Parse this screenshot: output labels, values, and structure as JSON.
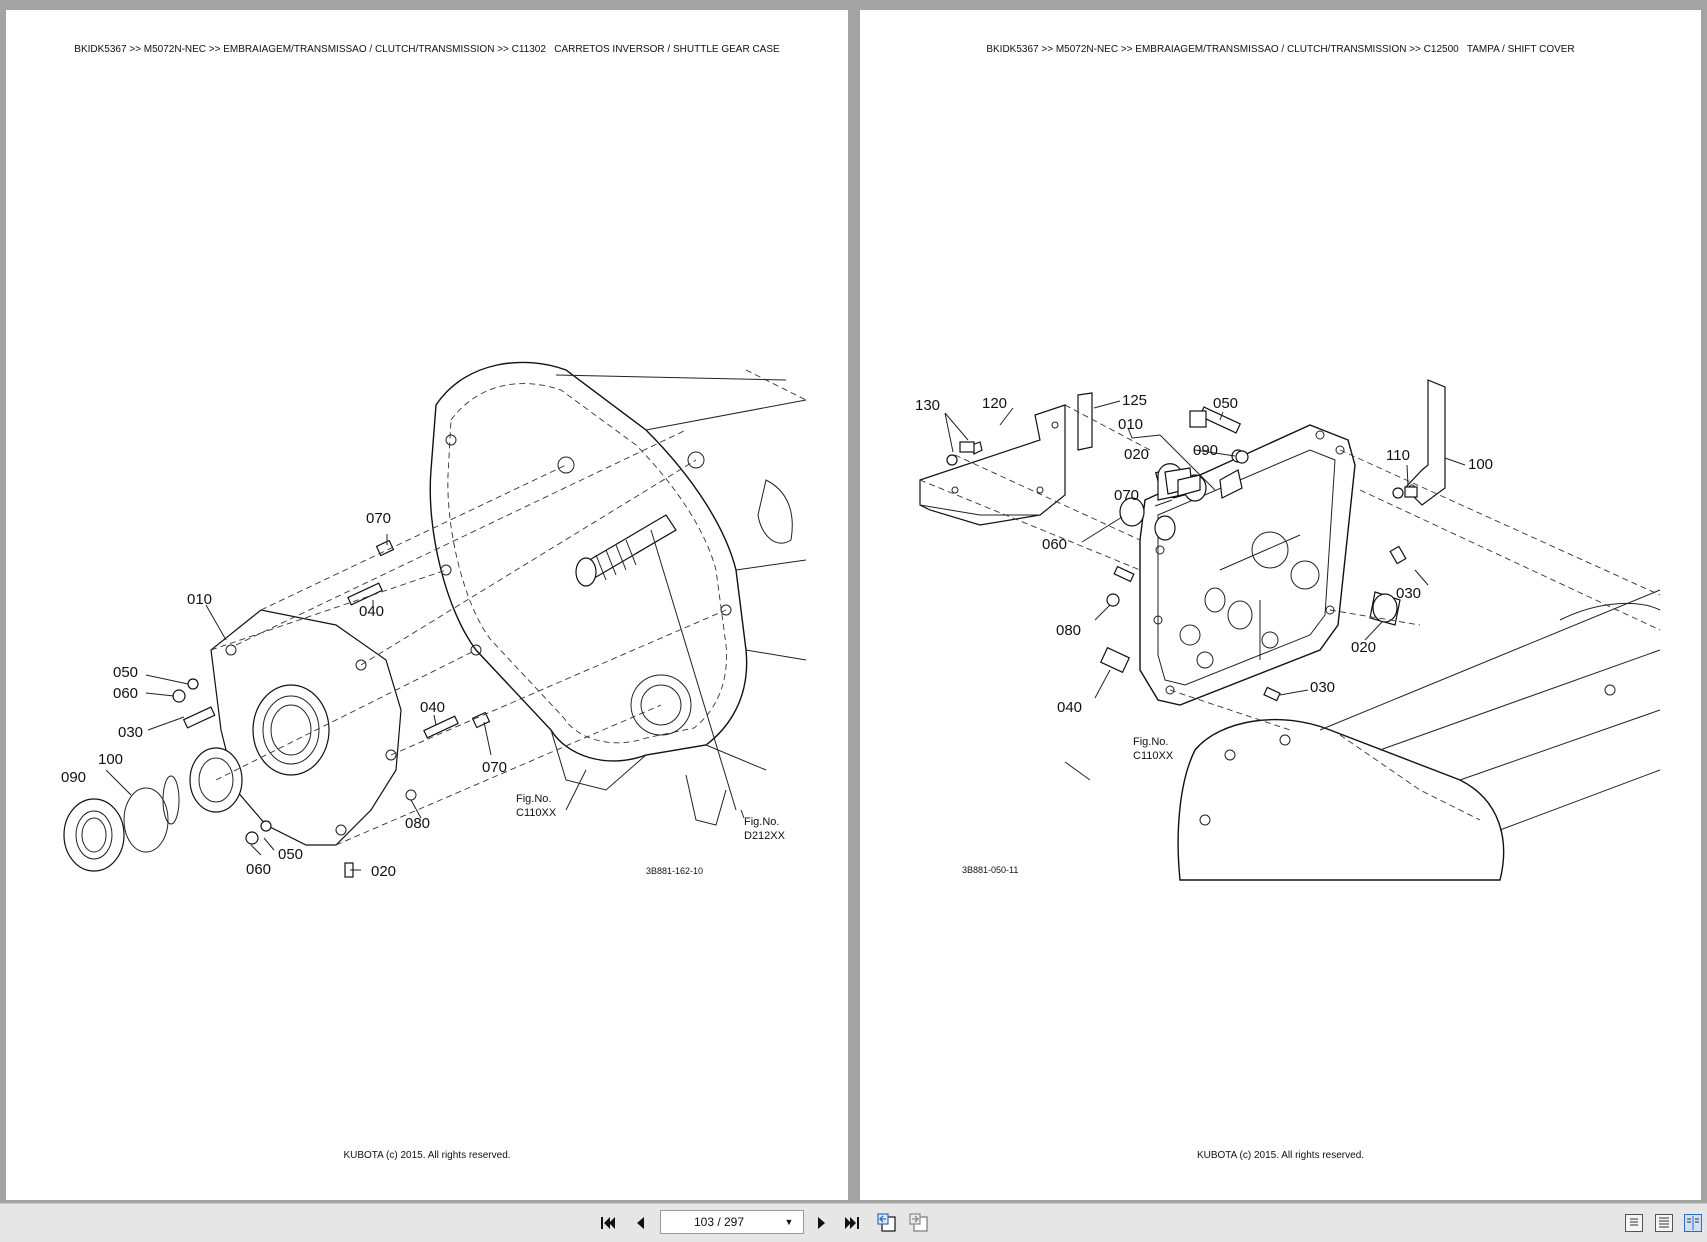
{
  "left_page": {
    "breadcrumb": "BKIDK5367 >> M5072N-NEC >> EMBRAIAGEM/TRANSMISSAO / CLUTCH/TRANSMISSION >> C11302   CARRETOS INVERSOR / SHUTTLE GEAR CASE",
    "callouts": [
      "070",
      "040",
      "010",
      "050",
      "060",
      "030",
      "100",
      "090",
      "040",
      "070",
      "080",
      "050",
      "060",
      "020"
    ],
    "fig_refs": [
      {
        "label": "Fig.No.",
        "code": "C110XX"
      },
      {
        "label": "Fig.No.",
        "code": "D212XX"
      }
    ],
    "drawing_code": "3B881-162-10",
    "footer": "KUBOTA (c) 2015. All rights reserved."
  },
  "right_page": {
    "breadcrumb": "BKIDK5367 >> M5072N-NEC >> EMBRAIAGEM/TRANSMISSAO / CLUTCH/TRANSMISSION >> C12500   TAMPA / SHIFT COVER",
    "callouts": [
      "130",
      "120",
      "125",
      "050",
      "010",
      "020",
      "090",
      "110",
      "100",
      "070",
      "060",
      "030",
      "080",
      "020",
      "030",
      "040"
    ],
    "fig_refs": [
      {
        "label": "Fig.No.",
        "code": "C110XX"
      }
    ],
    "drawing_code": "3B881-050-11",
    "footer": "KUBOTA (c) 2015. All rights reserved."
  },
  "toolbar": {
    "page_indicator": "103 / 297",
    "first_icon": "first-page-icon",
    "prev_icon": "previous-page-icon",
    "next_icon": "next-page-icon",
    "last_icon": "last-page-icon",
    "back_icon": "go-back-icon",
    "forward_icon": "go-forward-icon",
    "dropdown_icon": "chevron-down-icon",
    "view_modes": [
      "single-page-view-icon",
      "continuous-view-icon",
      "two-page-view-icon"
    ],
    "active_view": "two-page-view-icon"
  }
}
